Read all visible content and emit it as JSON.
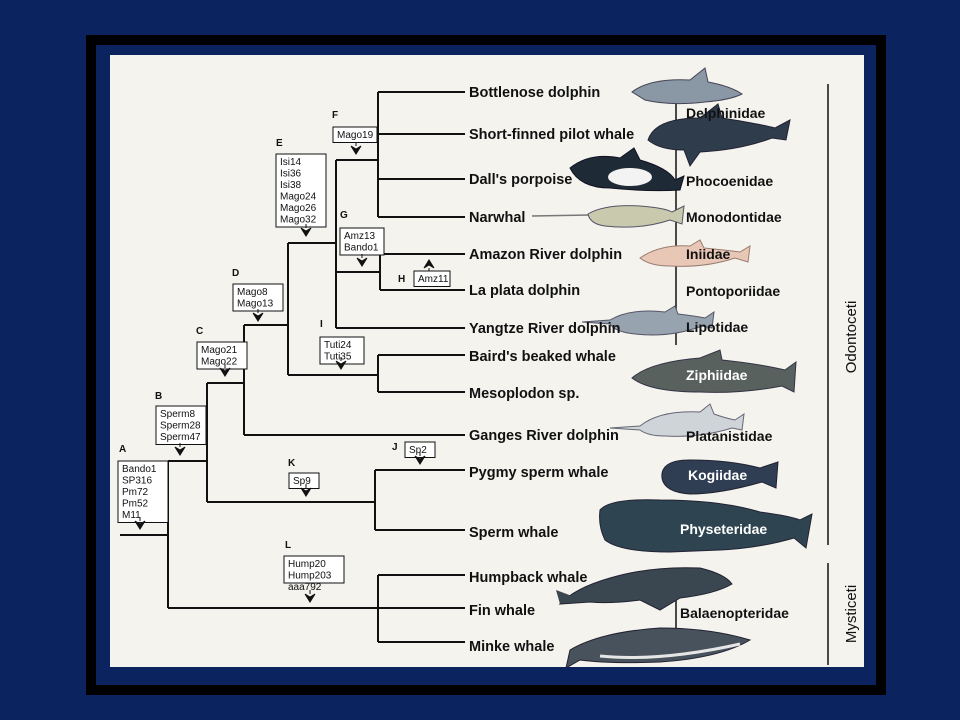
{
  "species": [
    "Bottlenose dolphin",
    "Short-finned pilot whale",
    "Dall's porpoise",
    "Narwhal",
    "Amazon River dolphin",
    "La plata dolphin",
    "Yangtze River dolphin",
    "Baird's beaked whale",
    "Mesoplodon sp.",
    "Ganges River dolphin",
    "Pygmy sperm whale",
    "Sperm whale",
    "Humpback whale",
    "Fin whale",
    "Minke whale"
  ],
  "families": [
    "Delphinidae",
    "Phocoenidae",
    "Monodontidae",
    "Iniidae",
    "Pontoporiidae",
    "Lipotidae",
    "Ziphiidae",
    "Platanistidae",
    "Kogiidae",
    "Physeteridae",
    "Balaenopteridae"
  ],
  "groups": [
    "Odontoceti",
    "Mysticeti"
  ],
  "nodes": [
    {
      "letter": "A",
      "markers": [
        "Bando1",
        "SP316",
        "Pm72",
        "Pm52",
        "M11"
      ]
    },
    {
      "letter": "B",
      "markers": [
        "Sperm8",
        "Sperm28",
        "Sperm47"
      ]
    },
    {
      "letter": "C",
      "markers": [
        "Mago21",
        "Mago22"
      ]
    },
    {
      "letter": "D",
      "markers": [
        "Mago8",
        "Mago13"
      ]
    },
    {
      "letter": "E",
      "markers": [
        "Isi14",
        "Isi36",
        "Isi38",
        "Mago24",
        "Mago26",
        "Mago32"
      ]
    },
    {
      "letter": "F",
      "markers": [
        "Mago19"
      ]
    },
    {
      "letter": "G",
      "markers": [
        "Amz13",
        "Bando1"
      ]
    },
    {
      "letter": "H",
      "markers": [
        "Amz11"
      ]
    },
    {
      "letter": "I",
      "markers": [
        "Tuti24",
        "Tuti35"
      ]
    },
    {
      "letter": "J",
      "markers": [
        "Sp2"
      ]
    },
    {
      "letter": "K",
      "markers": [
        "Sp9"
      ]
    },
    {
      "letter": "L",
      "markers": [
        "Hump20",
        "Hump203",
        "aaa792"
      ]
    }
  ],
  "colors": {
    "background": "#0b2460",
    "frame": "#000000",
    "panel": "#f4f3ee",
    "lines": "#111111"
  }
}
